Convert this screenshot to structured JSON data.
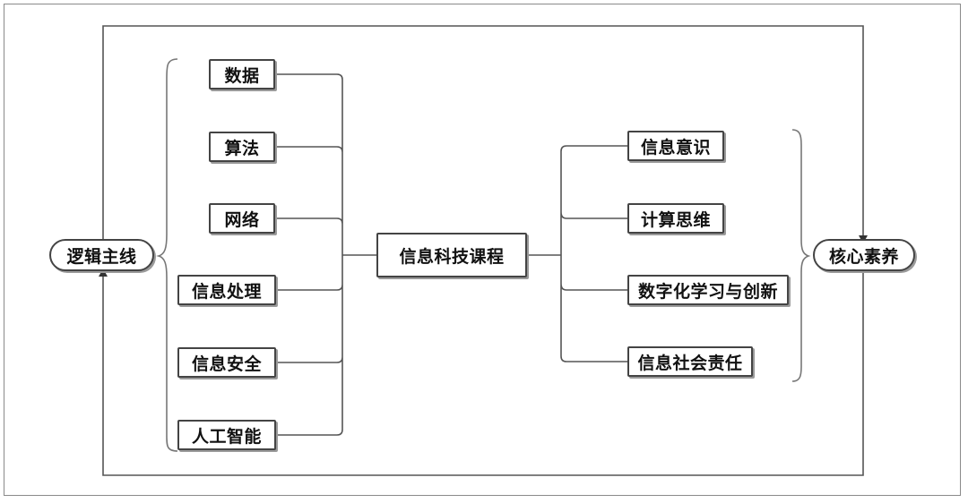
{
  "diagram": {
    "left_terminal": "逻辑主线",
    "right_terminal": "核心素养",
    "center": "信息科技课程",
    "left_items": [
      "数据",
      "算法",
      "网络",
      "信息处理",
      "信息安全",
      "人工智能"
    ],
    "right_items": [
      "信息意识",
      "计算思维",
      "数字化学习与创新",
      "信息社会责任"
    ],
    "colors": {
      "line": "#555555",
      "border": "#444444",
      "shadow": "#9a9a9a"
    }
  }
}
